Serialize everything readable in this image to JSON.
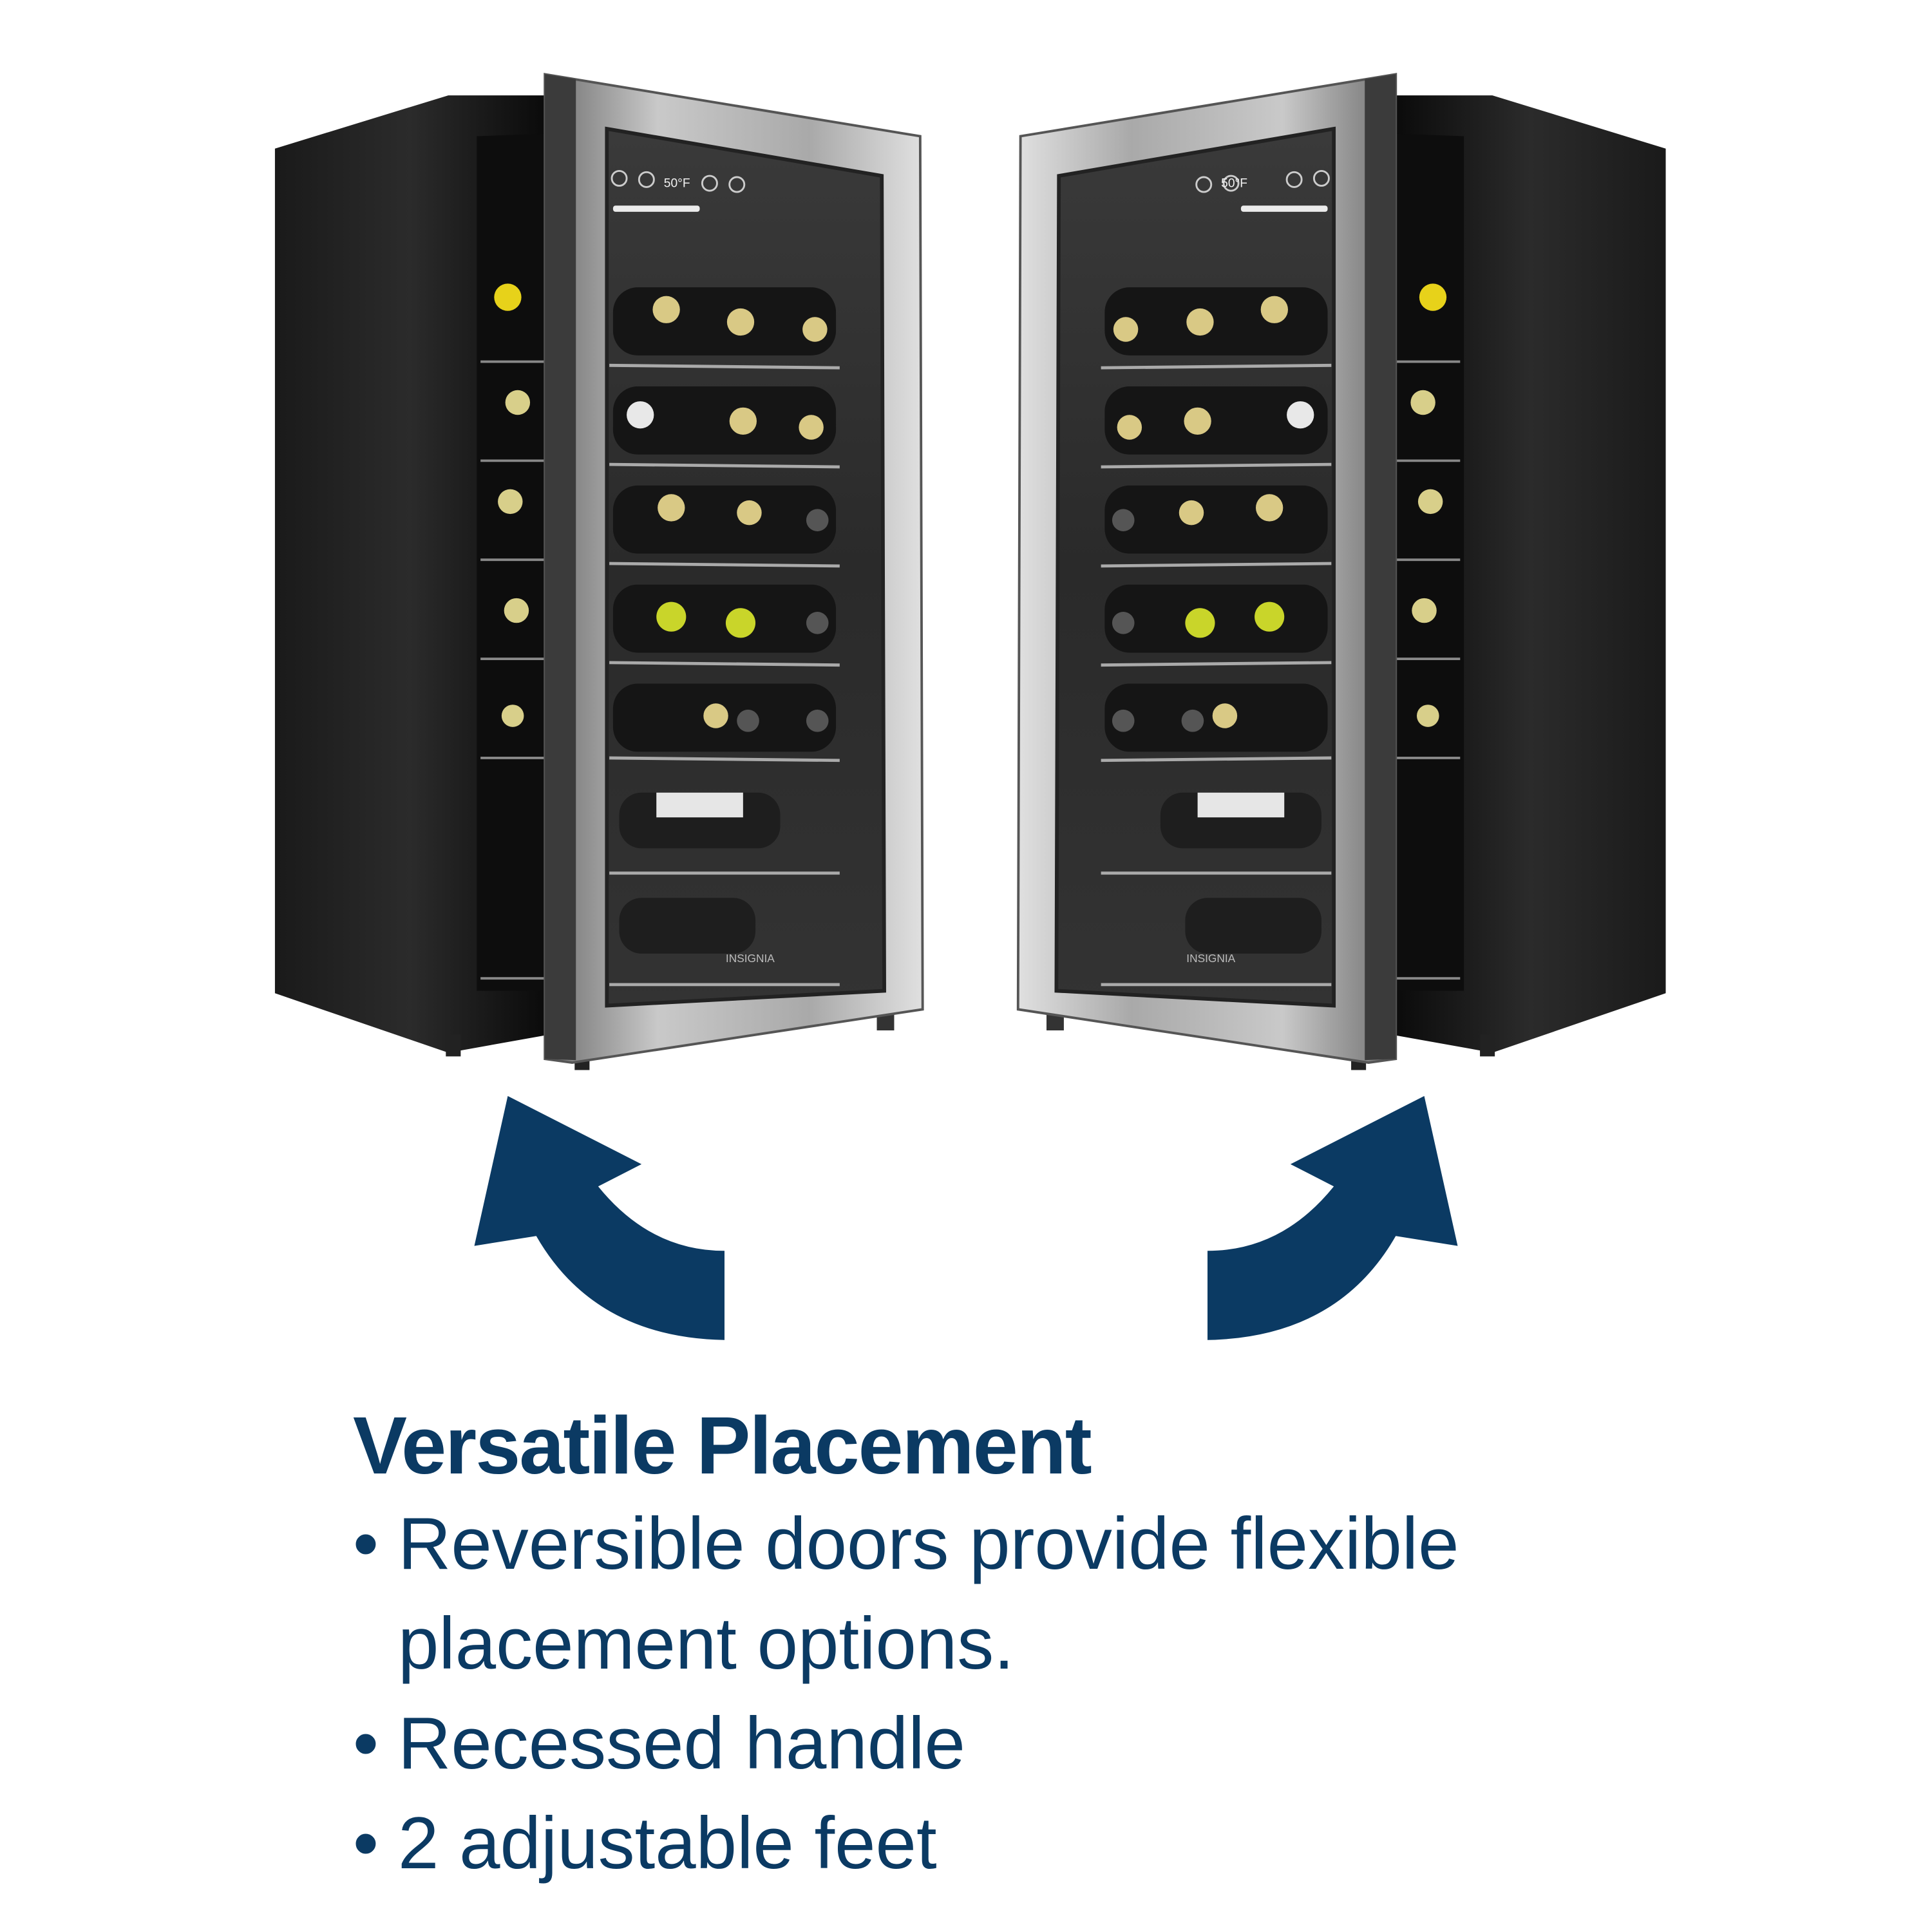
{
  "heading": "Versatile Placement",
  "bullets": [
    {
      "bullet": "•",
      "line1": "Reversible doors provide flexible",
      "line2": "placement options."
    },
    {
      "bullet": "•",
      "line1": "Recessed handle"
    },
    {
      "bullet": "•",
      "line1": "2 adjustable feet"
    }
  ],
  "fridge": {
    "display_temperature": "50°F",
    "brand_logo": "INSIGNIA"
  },
  "colors": {
    "accent": "#0b3a63",
    "body": "#111111",
    "frame": "#9a9a9a"
  }
}
